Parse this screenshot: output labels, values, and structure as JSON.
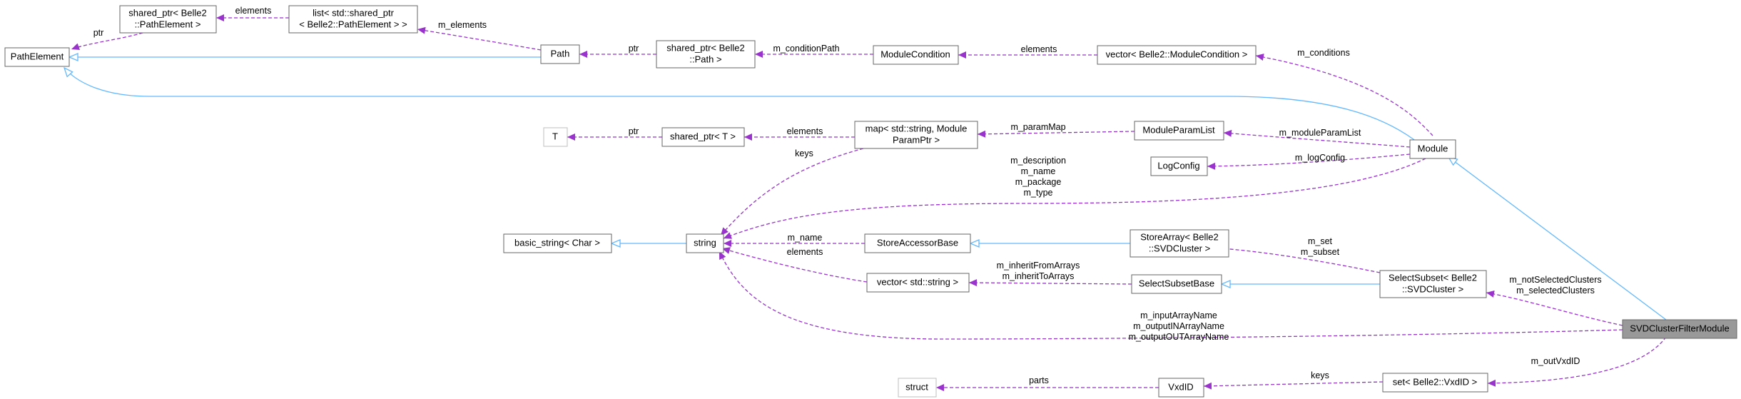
{
  "nodes": {
    "path_element": "PathElement",
    "shared_ptr_pathelement": [
      "shared_ptr< Belle2",
      "::PathElement >"
    ],
    "list_pathelement": [
      "list< std::shared_ptr",
      "< Belle2::PathElement > >"
    ],
    "path": "Path",
    "shared_ptr_path": [
      "shared_ptr< Belle2",
      "::Path >"
    ],
    "module_condition": "ModuleCondition",
    "vector_modulecondition": "vector< Belle2::ModuleCondition >",
    "t": "T",
    "shared_ptr_t": "shared_ptr< T >",
    "map_string_moduleparamptr": [
      "map< std::string, Module",
      "ParamPtr >"
    ],
    "module_param_list": "ModuleParamList",
    "module": "Module",
    "log_config": "LogConfig",
    "basic_string": "basic_string< Char >",
    "string": "string",
    "store_accessor_base": "StoreAccessorBase",
    "store_array": [
      "StoreArray< Belle2",
      "::SVDCluster >"
    ],
    "select_subset": [
      "SelectSubset< Belle2",
      "::SVDCluster >"
    ],
    "vector_string": "vector< std::string >",
    "select_subset_base": "SelectSubsetBase",
    "svd_cluster_filter_module": "SVDClusterFilterModule",
    "struct": "struct",
    "vxd_id": "VxdID",
    "set_vxdid": "set< Belle2::VxdID >"
  },
  "edge_labels": {
    "ptr_pathelement": "ptr",
    "elements_list": "elements",
    "m_elements": "m_elements",
    "ptr_path": "ptr",
    "m_condition_path": "m_conditionPath",
    "elements_conditions": "elements",
    "m_conditions": "m_conditions",
    "ptr_t": "ptr",
    "elements_map": "elements",
    "m_param_map": "m_paramMap",
    "m_module_param_list": "m_moduleParamList",
    "keys_map": "keys",
    "m_log_config": "m_logConfig",
    "module_strings": [
      "m_description",
      "m_name",
      "m_package",
      "m_type"
    ],
    "m_name": "m_name",
    "elements_vector": "elements",
    "inherit_arrays": [
      "m_inheritFromArrays",
      "m_inheritToArrays"
    ],
    "set_subset": [
      "m_set",
      "m_subset"
    ],
    "selected_clusters": [
      "m_notSelectedClusters",
      "m_selectedClusters"
    ],
    "array_names": [
      "m_inputArrayName",
      "m_outputINArrayName",
      "m_outputOUTArrayName"
    ],
    "m_out_vxd_id": "m_outVxdID",
    "parts": "parts",
    "keys_set": "keys"
  },
  "colors": {
    "inheritance_edge": "#63b8ff",
    "usage_edge": "#9a32cd",
    "focus_node_fill": "#999999",
    "node_border": "#666666"
  }
}
